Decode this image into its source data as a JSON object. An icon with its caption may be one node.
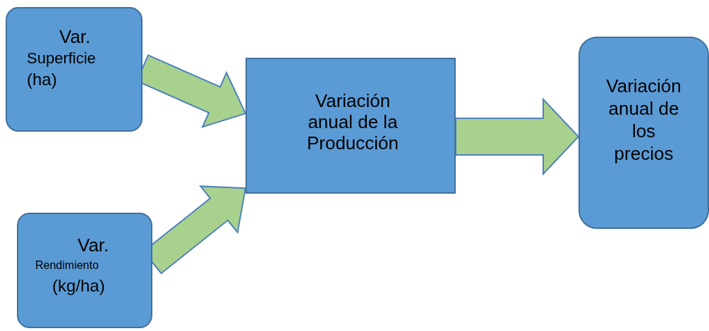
{
  "diagram": {
    "nodes": [
      {
        "text": [
          "Var.",
          "Superficie",
          "(ha)"
        ]
      },
      {
        "text": [
          "Var.",
          "Rendimiento",
          "(kg/ha)"
        ]
      },
      {
        "text": [
          "Variación anual de la Producción"
        ]
      },
      {
        "text": [
          "Variación anual de los precios"
        ]
      }
    ],
    "edges": [
      {
        "from": 0,
        "to": 2,
        "arrow": "to"
      },
      {
        "from": 1,
        "to": 2,
        "arrow": "to"
      },
      {
        "from": 2,
        "to": 3,
        "arrow": "to"
      }
    ]
  }
}
